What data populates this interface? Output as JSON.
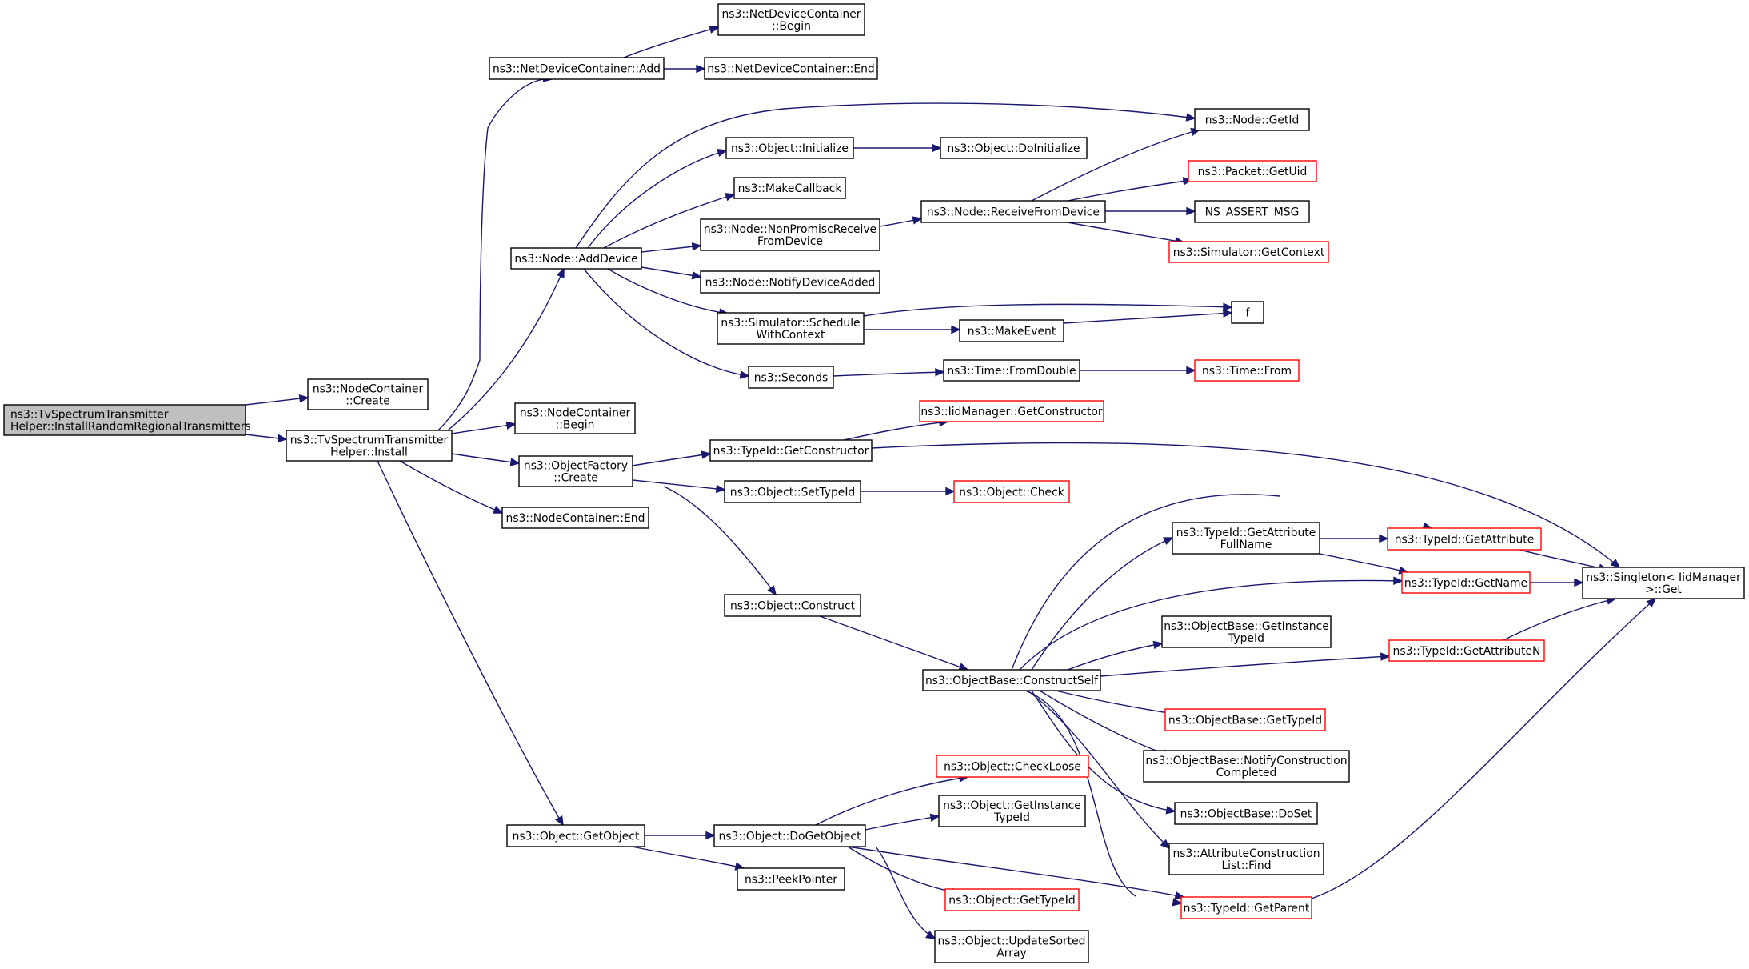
{
  "colors": {
    "edge": "#191970",
    "root_fill": "#bfbfbf",
    "node_fill": "#ffffff",
    "node_border": "#000000",
    "truncated_border": "#ff0000"
  },
  "graph": {
    "nodes": [
      {
        "id": "root",
        "lines": [
          "ns3::TvSpectrumTransmitter",
          "Helper::InstallRandomRegionalTransmitters"
        ],
        "style": "root"
      },
      {
        "id": "nc_create",
        "lines": [
          "ns3::NodeContainer",
          "::Create"
        ],
        "style": "normal"
      },
      {
        "id": "tvh_install",
        "lines": [
          "ns3::TvSpectrumTransmitter",
          "Helper::Install"
        ],
        "style": "normal"
      },
      {
        "id": "ndc_add",
        "lines": [
          "ns3::NetDeviceContainer::Add"
        ],
        "style": "normal"
      },
      {
        "id": "ndc_begin",
        "lines": [
          "ns3::NetDeviceContainer",
          "::Begin"
        ],
        "style": "normal"
      },
      {
        "id": "ndc_end",
        "lines": [
          "ns3::NetDeviceContainer::End"
        ],
        "style": "normal"
      },
      {
        "id": "node_adddevice",
        "lines": [
          "ns3::Node::AddDevice"
        ],
        "style": "normal"
      },
      {
        "id": "node_getid",
        "lines": [
          "ns3::Node::GetId"
        ],
        "style": "normal"
      },
      {
        "id": "obj_initialize",
        "lines": [
          "ns3::Object::Initialize"
        ],
        "style": "normal"
      },
      {
        "id": "obj_doinitialize",
        "lines": [
          "ns3::Object::DoInitialize"
        ],
        "style": "normal"
      },
      {
        "id": "makecallback",
        "lines": [
          "ns3::MakeCallback"
        ],
        "style": "normal"
      },
      {
        "id": "node_nonpromisc",
        "lines": [
          "ns3::Node::NonPromiscReceive",
          "FromDevice"
        ],
        "style": "normal"
      },
      {
        "id": "node_receive",
        "lines": [
          "ns3::Node::ReceiveFromDevice"
        ],
        "style": "normal"
      },
      {
        "id": "packet_getuid",
        "lines": [
          "ns3::Packet::GetUid"
        ],
        "style": "truncated"
      },
      {
        "id": "ns_assert",
        "lines": [
          "NS_ASSERT_MSG"
        ],
        "style": "normal"
      },
      {
        "id": "sim_getcontext",
        "lines": [
          "ns3::Simulator::GetContext"
        ],
        "style": "truncated"
      },
      {
        "id": "node_notify",
        "lines": [
          "ns3::Node::NotifyDeviceAdded"
        ],
        "style": "normal"
      },
      {
        "id": "sim_schedule",
        "lines": [
          "ns3::Simulator::Schedule",
          "WithContext"
        ],
        "style": "normal"
      },
      {
        "id": "f",
        "lines": [
          "f"
        ],
        "style": "normal"
      },
      {
        "id": "makeevent",
        "lines": [
          "ns3::MakeEvent"
        ],
        "style": "normal"
      },
      {
        "id": "seconds",
        "lines": [
          "ns3::Seconds"
        ],
        "style": "normal"
      },
      {
        "id": "time_fromdouble",
        "lines": [
          "ns3::Time::FromDouble"
        ],
        "style": "normal"
      },
      {
        "id": "time_from",
        "lines": [
          "ns3::Time::From"
        ],
        "style": "truncated"
      },
      {
        "id": "nc_begin",
        "lines": [
          "ns3::NodeContainer",
          "::Begin"
        ],
        "style": "normal"
      },
      {
        "id": "of_create",
        "lines": [
          "ns3::ObjectFactory",
          "::Create"
        ],
        "style": "normal"
      },
      {
        "id": "iid_getconstructor",
        "lines": [
          "ns3::IidManager::GetConstructor"
        ],
        "style": "truncated"
      },
      {
        "id": "typeid_getconstructor",
        "lines": [
          "ns3::TypeId::GetConstructor"
        ],
        "style": "normal"
      },
      {
        "id": "obj_settypeid",
        "lines": [
          "ns3::Object::SetTypeId"
        ],
        "style": "normal"
      },
      {
        "id": "obj_check",
        "lines": [
          "ns3::Object::Check"
        ],
        "style": "truncated"
      },
      {
        "id": "nc_end",
        "lines": [
          "ns3::NodeContainer::End"
        ],
        "style": "normal"
      },
      {
        "id": "typeid_getattrfullname",
        "lines": [
          "ns3::TypeId::GetAttribute",
          "FullName"
        ],
        "style": "normal"
      },
      {
        "id": "typeid_getattribute",
        "lines": [
          "ns3::TypeId::GetAttribute"
        ],
        "style": "truncated"
      },
      {
        "id": "typeid_getname",
        "lines": [
          "ns3::TypeId::GetName"
        ],
        "style": "truncated"
      },
      {
        "id": "singleton_get",
        "lines": [
          "ns3::Singleton< IidManager",
          " >::Get"
        ],
        "style": "normal"
      },
      {
        "id": "obj_construct",
        "lines": [
          "ns3::Object::Construct"
        ],
        "style": "normal"
      },
      {
        "id": "ob_getinstancetypeid",
        "lines": [
          "ns3::ObjectBase::GetInstance",
          "TypeId"
        ],
        "style": "normal"
      },
      {
        "id": "ob_constructself",
        "lines": [
          "ns3::ObjectBase::ConstructSelf"
        ],
        "style": "normal"
      },
      {
        "id": "typeid_getattributen",
        "lines": [
          "ns3::TypeId::GetAttributeN"
        ],
        "style": "truncated"
      },
      {
        "id": "ob_gettypeid",
        "lines": [
          "ns3::ObjectBase::GetTypeId"
        ],
        "style": "truncated"
      },
      {
        "id": "ob_notifyconstruction",
        "lines": [
          "ns3::ObjectBase::NotifyConstruction",
          "Completed"
        ],
        "style": "normal"
      },
      {
        "id": "ob_doset",
        "lines": [
          "ns3::ObjectBase::DoSet"
        ],
        "style": "normal"
      },
      {
        "id": "acl_find",
        "lines": [
          "ns3::AttributeConstruction",
          "List::Find"
        ],
        "style": "normal"
      },
      {
        "id": "obj_checkloose",
        "lines": [
          "ns3::Object::CheckLoose"
        ],
        "style": "truncated"
      },
      {
        "id": "obj_getobject",
        "lines": [
          "ns3::Object::GetObject"
        ],
        "style": "normal"
      },
      {
        "id": "obj_dogetobject",
        "lines": [
          "ns3::Object::DoGetObject"
        ],
        "style": "normal"
      },
      {
        "id": "obj_getinstancetypeid",
        "lines": [
          "ns3::Object::GetInstance",
          "TypeId"
        ],
        "style": "normal"
      },
      {
        "id": "peekpointer",
        "lines": [
          "ns3::PeekPointer"
        ],
        "style": "normal"
      },
      {
        "id": "obj_gettypeid",
        "lines": [
          "ns3::Object::GetTypeId"
        ],
        "style": "truncated"
      },
      {
        "id": "typeid_getparent",
        "lines": [
          "ns3::TypeId::GetParent"
        ],
        "style": "truncated"
      },
      {
        "id": "obj_updatesorted",
        "lines": [
          "ns3::Object::UpdateSorted",
          "Array"
        ],
        "style": "normal"
      }
    ],
    "edges": [
      {
        "from": "root",
        "to": "nc_create"
      },
      {
        "from": "root",
        "to": "tvh_install"
      },
      {
        "from": "tvh_install",
        "to": "ndc_add"
      },
      {
        "from": "ndc_add",
        "to": "ndc_begin"
      },
      {
        "from": "ndc_add",
        "to": "ndc_end"
      },
      {
        "from": "tvh_install",
        "to": "node_adddevice"
      },
      {
        "from": "node_adddevice",
        "to": "node_getid"
      },
      {
        "from": "node_adddevice",
        "to": "obj_initialize"
      },
      {
        "from": "obj_initialize",
        "to": "obj_doinitialize"
      },
      {
        "from": "node_adddevice",
        "to": "makecallback"
      },
      {
        "from": "node_adddevice",
        "to": "node_nonpromisc"
      },
      {
        "from": "node_nonpromisc",
        "to": "node_receive"
      },
      {
        "from": "node_receive",
        "to": "node_getid"
      },
      {
        "from": "node_receive",
        "to": "packet_getuid"
      },
      {
        "from": "node_receive",
        "to": "ns_assert"
      },
      {
        "from": "node_receive",
        "to": "sim_getcontext"
      },
      {
        "from": "node_adddevice",
        "to": "node_notify"
      },
      {
        "from": "node_adddevice",
        "to": "sim_schedule"
      },
      {
        "from": "sim_schedule",
        "to": "f"
      },
      {
        "from": "sim_schedule",
        "to": "makeevent"
      },
      {
        "from": "makeevent",
        "to": "f"
      },
      {
        "from": "node_adddevice",
        "to": "seconds"
      },
      {
        "from": "seconds",
        "to": "time_fromdouble"
      },
      {
        "from": "time_fromdouble",
        "to": "time_from"
      },
      {
        "from": "tvh_install",
        "to": "nc_begin"
      },
      {
        "from": "tvh_install",
        "to": "of_create"
      },
      {
        "from": "of_create",
        "to": "typeid_getconstructor"
      },
      {
        "from": "typeid_getconstructor",
        "to": "iid_getconstructor"
      },
      {
        "from": "typeid_getconstructor",
        "to": "singleton_get"
      },
      {
        "from": "of_create",
        "to": "obj_settypeid"
      },
      {
        "from": "obj_settypeid",
        "to": "obj_check"
      },
      {
        "from": "of_create",
        "to": "obj_construct"
      },
      {
        "from": "obj_construct",
        "to": "ob_constructself"
      },
      {
        "from": "tvh_install",
        "to": "nc_end"
      },
      {
        "from": "ob_constructself",
        "to": "typeid_getattrfullname"
      },
      {
        "from": "ob_constructself",
        "to": "typeid_getattribute"
      },
      {
        "from": "ob_constructself",
        "to": "typeid_getname"
      },
      {
        "from": "ob_constructself",
        "to": "ob_getinstancetypeid"
      },
      {
        "from": "ob_constructself",
        "to": "typeid_getattributen"
      },
      {
        "from": "ob_constructself",
        "to": "ob_gettypeid"
      },
      {
        "from": "ob_constructself",
        "to": "ob_notifyconstruction"
      },
      {
        "from": "ob_constructself",
        "to": "ob_doset"
      },
      {
        "from": "ob_constructself",
        "to": "acl_find"
      },
      {
        "from": "ob_constructself",
        "to": "typeid_getparent"
      },
      {
        "from": "typeid_getattrfullname",
        "to": "typeid_getattribute"
      },
      {
        "from": "typeid_getattrfullname",
        "to": "typeid_getname"
      },
      {
        "from": "typeid_getattribute",
        "to": "singleton_get"
      },
      {
        "from": "typeid_getname",
        "to": "singleton_get"
      },
      {
        "from": "typeid_getattributen",
        "to": "singleton_get"
      },
      {
        "from": "typeid_getparent",
        "to": "singleton_get"
      },
      {
        "from": "tvh_install",
        "to": "obj_getobject"
      },
      {
        "from": "obj_getobject",
        "to": "obj_dogetobject"
      },
      {
        "from": "obj_getobject",
        "to": "peekpointer"
      },
      {
        "from": "obj_dogetobject",
        "to": "obj_checkloose"
      },
      {
        "from": "obj_dogetobject",
        "to": "obj_getinstancetypeid"
      },
      {
        "from": "obj_dogetobject",
        "to": "obj_gettypeid"
      },
      {
        "from": "obj_dogetobject",
        "to": "typeid_getparent"
      },
      {
        "from": "obj_dogetobject",
        "to": "obj_updatesorted"
      }
    ]
  }
}
